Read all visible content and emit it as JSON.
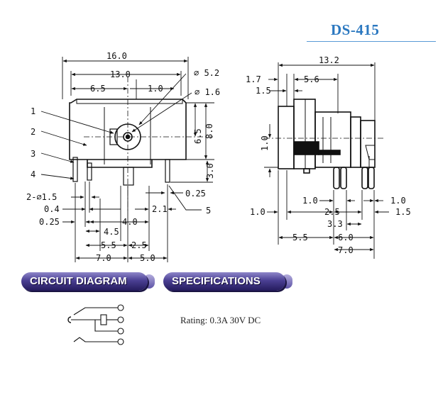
{
  "title": "DS-415",
  "front_view": {
    "callouts": [
      "1",
      "2",
      "3",
      "4",
      "5"
    ],
    "dims": {
      "overall_width": "16.0",
      "inner_width": "13.0",
      "left_offset": "6.5",
      "right_offset": "1.0",
      "hole_large": "∅ 5.2",
      "hole_small": "∅ 1.6",
      "height_65": "6.5",
      "height_80": "8.0",
      "pin_len": "3.0",
      "pin_dia": "2-∅1.5",
      "d04": "0.4",
      "d025_left": "0.25",
      "d025_right": "0.25",
      "d21": "2.1",
      "d45": "4.5",
      "d40": "4.0",
      "d55": "5.5",
      "d25": "2.5",
      "d70": "7.0",
      "d50": "5.0"
    }
  },
  "side_view": {
    "dims": {
      "overall": "13.2",
      "d17": "1.7",
      "d56": "5.6",
      "d15_top": "1.5",
      "d10_vert": "1.0",
      "d10_mid": "1.0",
      "d10_right": "1.0",
      "d10_left": "1.0",
      "d25": "2.5",
      "d15_right": "1.5",
      "d33": "3.3",
      "d55": "5.5",
      "d60": "6.0",
      "d70": "7.0"
    }
  },
  "circuit_label": "CIRCUIT DIAGRAM",
  "spec_label": "SPECIFICATIONS",
  "rating": "Rating: 0.3A 30V DC"
}
